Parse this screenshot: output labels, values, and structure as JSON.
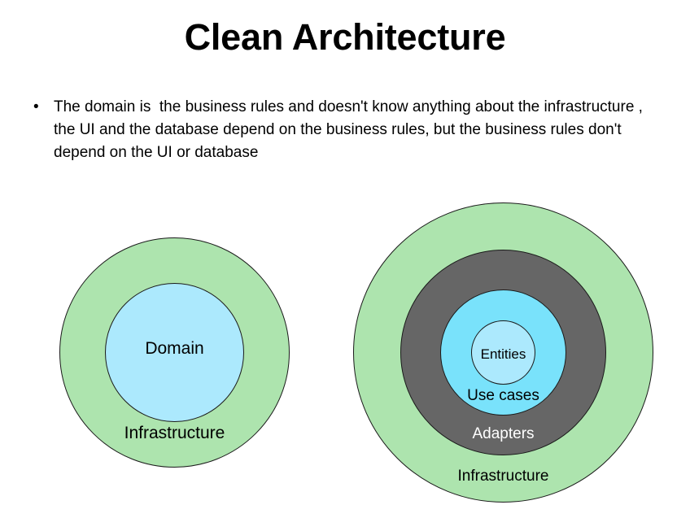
{
  "slide": {
    "title": "Clean Architecture",
    "bullets": [
      {
        "marker": "•",
        "text": "The domain is  the business rules and doesn't know anything about the infrastructure , the UI and the database depend on the business rules, but the business rules don't depend on the UI or database"
      }
    ]
  },
  "colors": {
    "green": "#ade4ae",
    "cyan": "#79e2fb",
    "light_blue": "#ace9fd",
    "gray": "#666666",
    "outline": "#1a1a1a",
    "text_dark": "#000000",
    "text_light": "#ffffff",
    "background": "#ffffff"
  },
  "diagrams": [
    {
      "name": "two-layer",
      "layers": [
        {
          "label": "Infrastructure",
          "fill": "green",
          "text_color": "dark"
        },
        {
          "label": "Domain",
          "fill": "light_blue",
          "text_color": "dark"
        }
      ]
    },
    {
      "name": "four-layer",
      "layers": [
        {
          "label": "Infrastructure",
          "fill": "green",
          "text_color": "dark"
        },
        {
          "label": "Adapters",
          "fill": "gray",
          "text_color": "light"
        },
        {
          "label": "Use cases",
          "fill": "cyan",
          "text_color": "dark"
        },
        {
          "label": "Entities",
          "fill": "light_blue",
          "text_color": "dark"
        }
      ]
    }
  ]
}
